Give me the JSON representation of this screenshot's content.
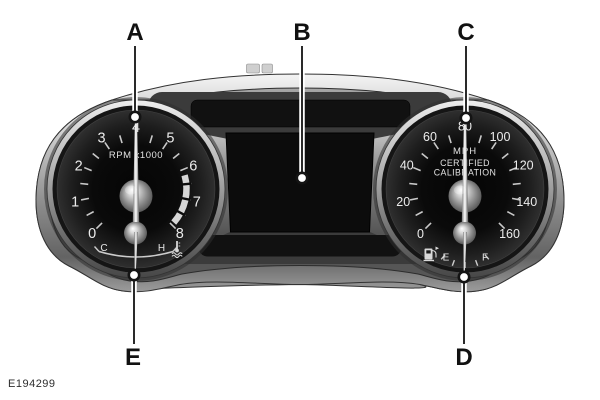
{
  "figure_code": "E194299",
  "callouts": {
    "a": "A",
    "b": "B",
    "c": "C",
    "d": "D",
    "e": "E"
  },
  "cluster": {
    "housing_color": "#8b8b8b",
    "dial_face_color": "#0a0a0a",
    "display": {
      "content": ""
    },
    "gauges": [
      {
        "id": "tachometer",
        "unit_label": "RPM x1000",
        "labels": [
          "0",
          "1",
          "2",
          "3",
          "4",
          "5",
          "6",
          "7",
          "8"
        ],
        "scale_min": 0,
        "scale_max": 8,
        "needle_value": 4,
        "band": {
          "from_index": 6.2,
          "to_index": 7.9
        },
        "sub_gauge": {
          "kind": "engine-coolant-temperature",
          "left_label": "C",
          "right_label": "H",
          "icon": "coolant-temperature-icon",
          "needle_position": "center"
        }
      },
      {
        "id": "speedometer",
        "unit_label": "MPH",
        "certification": [
          "CERTIFIED",
          "CALIBRATION"
        ],
        "labels": [
          "0",
          "20",
          "40",
          "60",
          "80",
          "100",
          "120",
          "140",
          "160"
        ],
        "scale_min": 0,
        "scale_max": 160,
        "needle_value": 80,
        "sub_gauge": {
          "kind": "fuel",
          "left_label": "E",
          "right_label": "F",
          "icon": "fuel-pump-icon",
          "needle_position": "center"
        }
      }
    ]
  }
}
